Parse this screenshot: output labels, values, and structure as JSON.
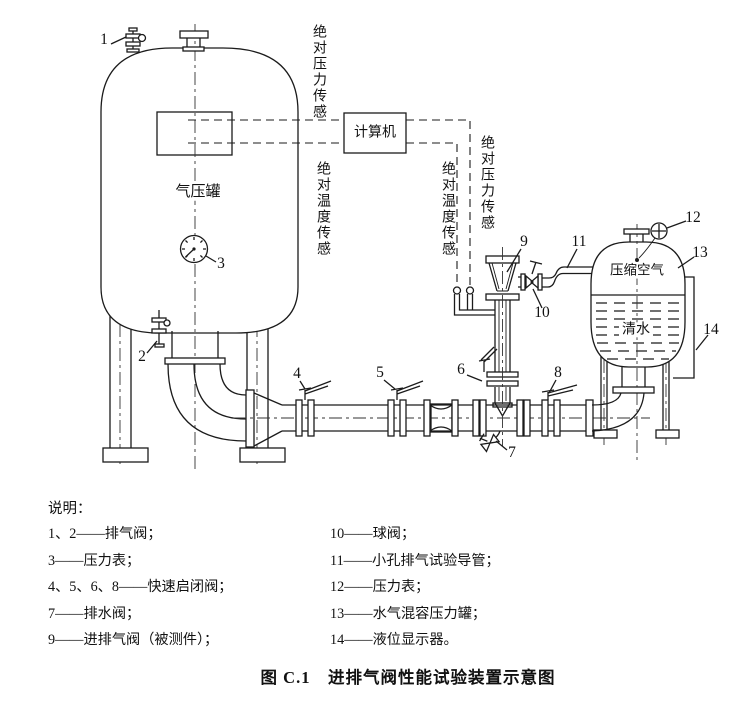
{
  "figure": {
    "caption": "图 C.1　进排气阀性能试验装置示意图"
  },
  "diagram": {
    "labels": {
      "left_tank": "气压罐",
      "computer": "计算机",
      "compressed_air": "压缩空气",
      "clean_water": "清水",
      "abs_pressure_sensor_left": "绝对压力传感",
      "abs_temp_sensor_left": "绝对温度传感",
      "abs_temp_sensor_mid": "绝对温度传感",
      "abs_pressure_sensor_right": "绝对压力传感"
    },
    "callouts": [
      "1",
      "2",
      "3",
      "4",
      "5",
      "6",
      "7",
      "8",
      "9",
      "10",
      "11",
      "12",
      "13",
      "14"
    ]
  },
  "legend": {
    "heading": "说明：",
    "left_column": [
      "1、2——排气阀；",
      "3——压力表；",
      "4、5、6、8——快速启闭阀；",
      "7——排水阀；",
      "9——进排气阀（被测件）；"
    ],
    "right_column": [
      "10——球阀；",
      "11——小孔排气试验导管；",
      "12——压力表；",
      "13——水气混容压力罐；",
      "14——液位显示器。"
    ]
  },
  "colors": {
    "ink": "#1b1b1b",
    "paper": "#ffffff"
  }
}
